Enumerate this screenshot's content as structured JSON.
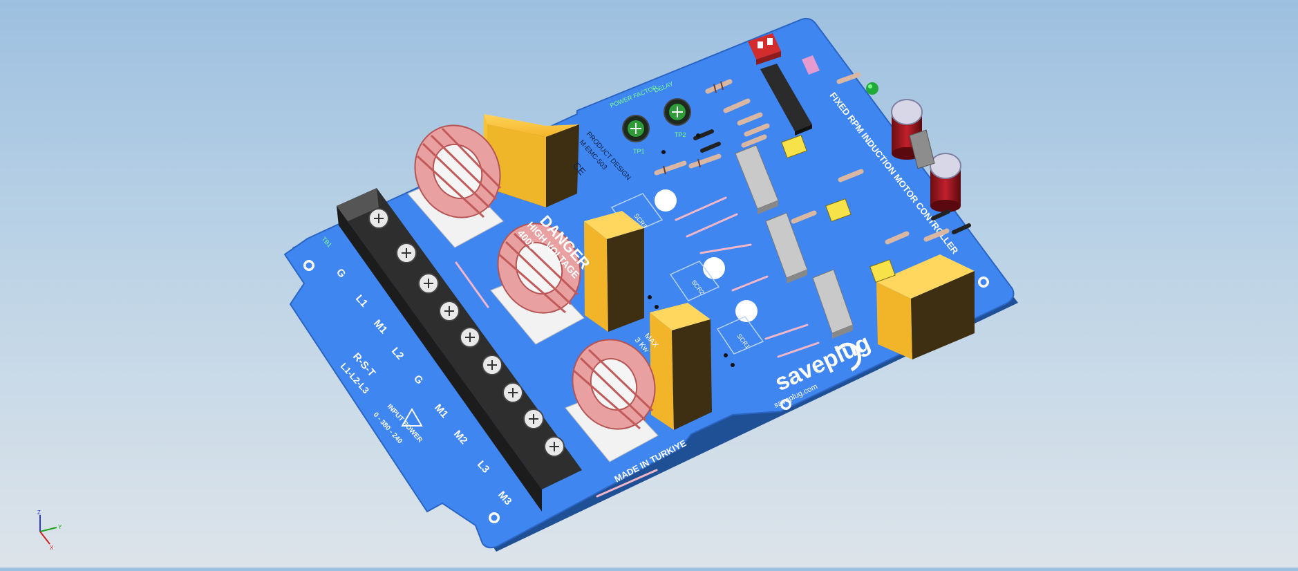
{
  "scene": {
    "background_top": "#9dc0e0",
    "background_bottom": "#dde4ea",
    "pcb_color": "#3f86f0"
  },
  "board": {
    "title_line": "FIXED RPM INDUCTION MOTOR CONTROLLER",
    "brand": "saveplug",
    "website": "saveplug.com",
    "made_in": "MADE IN TURKIYE",
    "danger_title": "DANGER",
    "danger_sub": "HIGH VOLTAGE",
    "danger_value": "400V",
    "max_power_label": "MAX",
    "max_power_value": "3 Kw",
    "product_design": "PRODUCT DESIGN",
    "emc_line": "M-EMC-503",
    "ce_mark": "CE",
    "input_phases_label": "R-S-T",
    "phase_map": "L1-L2-L3",
    "input_power": "INPUT POWER",
    "voltage_line": "0 - 380 - 240",
    "power_factor_label": "POWER FACTOR",
    "delay_label": "DELAY",
    "tp1": "TP1",
    "tp2": "TP2",
    "scr_labels": [
      "SCR3",
      "SCR2",
      "SCR1"
    ],
    "terminal_labels": [
      "G",
      "L1",
      "M1",
      "L2",
      "G",
      "M1",
      "M2",
      "L3",
      "M3"
    ],
    "terminal_id": "TB1"
  },
  "axis_triad": {
    "z": "Z",
    "y": "Y",
    "x": "X",
    "z_color": "#2a3ccf",
    "y_color": "#1aa51a",
    "x_color": "#cc2222"
  }
}
